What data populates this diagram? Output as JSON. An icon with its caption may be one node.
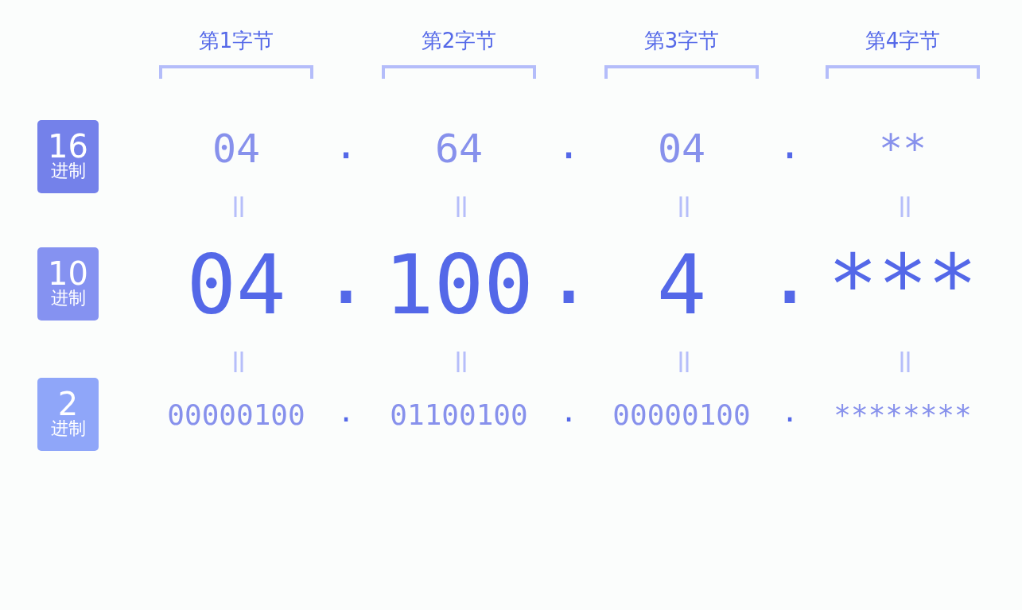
{
  "diagram": {
    "nodes": [
      {
        "text": [
          "16",
          "进制"
        ]
      },
      {
        "text": [
          "10",
          "进制"
        ]
      },
      {
        "text": [
          "2",
          "进制"
        ]
      }
    ],
    "labels": [
      "第1字节",
      "第2字节",
      "第3字节",
      "第4字节",
      "04",
      ".",
      "64",
      ".",
      "04",
      ".",
      "**",
      "04",
      ".",
      "100",
      ".",
      "4",
      ".",
      "***",
      "00000100",
      ".",
      "01100100",
      ".",
      "00000100",
      ".",
      "********"
    ]
  }
}
